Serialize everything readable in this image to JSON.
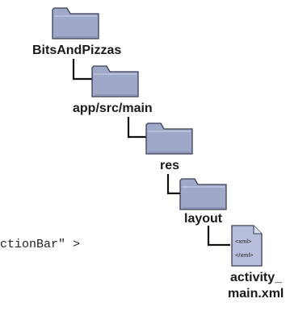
{
  "tree": {
    "root_label": "BitsAndPizzas",
    "app_label": "app/src/main",
    "res_label": "res",
    "layout_label": "layout",
    "file_label_line1": "activity_",
    "file_label_line2": "main.xml"
  },
  "file_icon": {
    "tag_open": "<xml>",
    "tag_close": "</xml>"
  },
  "code_fragment": "ctionBar\" >",
  "colors": {
    "folder_fill": "#9fa8c9",
    "folder_stroke": "#3a3f55",
    "connector": "#111111"
  }
}
